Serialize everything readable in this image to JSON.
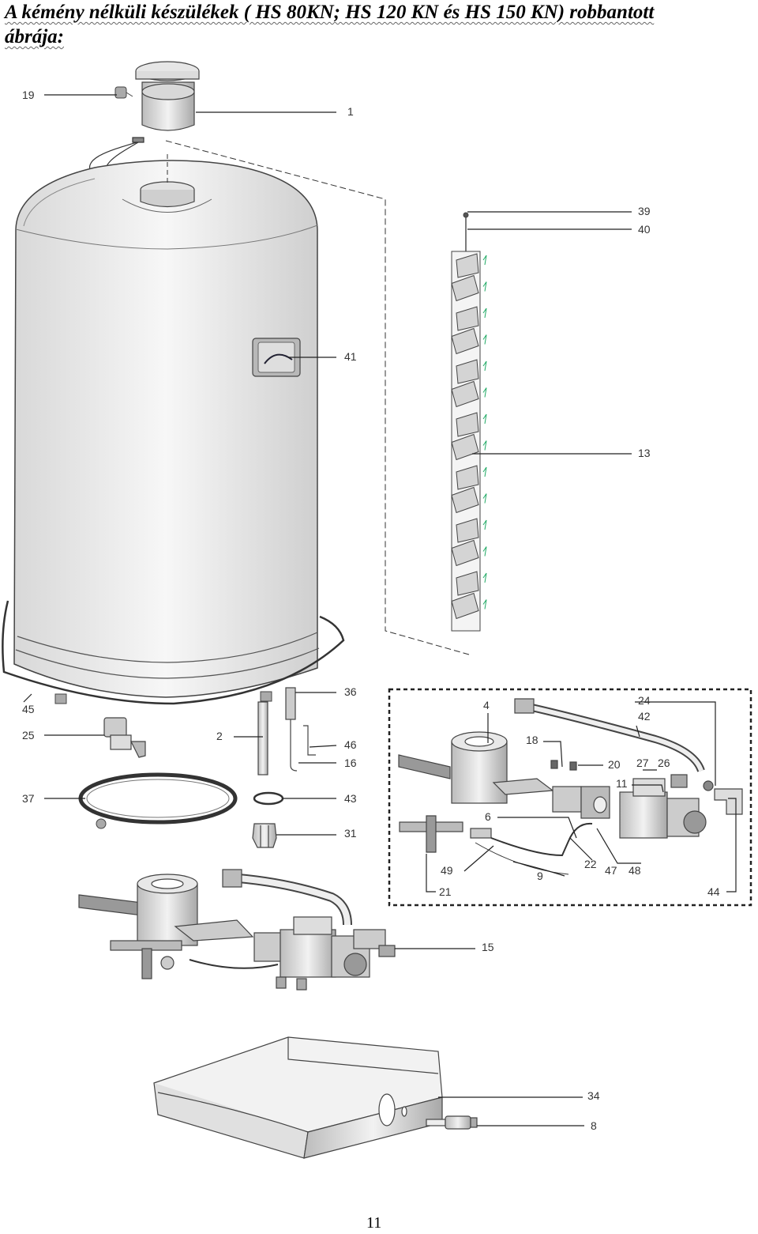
{
  "title": {
    "line1": "A kémény nélküli készülékek ( HS 80KN; HS 120 KN és HS 150 KN) robbantott",
    "line2": "ábrája:"
  },
  "labels": {
    "l19": "19",
    "l1": "1",
    "l39": "39",
    "l40": "40",
    "l41": "41",
    "l13": "13",
    "l45": "45",
    "l36": "36",
    "l25": "25",
    "l2": "2",
    "l46": "46",
    "l16": "16",
    "l37": "37",
    "l43": "43",
    "l31": "31",
    "l4": "4",
    "l18": "18",
    "l20": "20",
    "l24": "24",
    "l42": "42",
    "l27": "27",
    "l26": "26",
    "l11": "11",
    "l6": "6",
    "l22": "22",
    "l47": "47",
    "l48": "48",
    "l49": "49",
    "l9": "9",
    "l21": "21",
    "l44": "44",
    "l15": "15",
    "l34": "34",
    "l8": "8"
  },
  "page_number": "11"
}
